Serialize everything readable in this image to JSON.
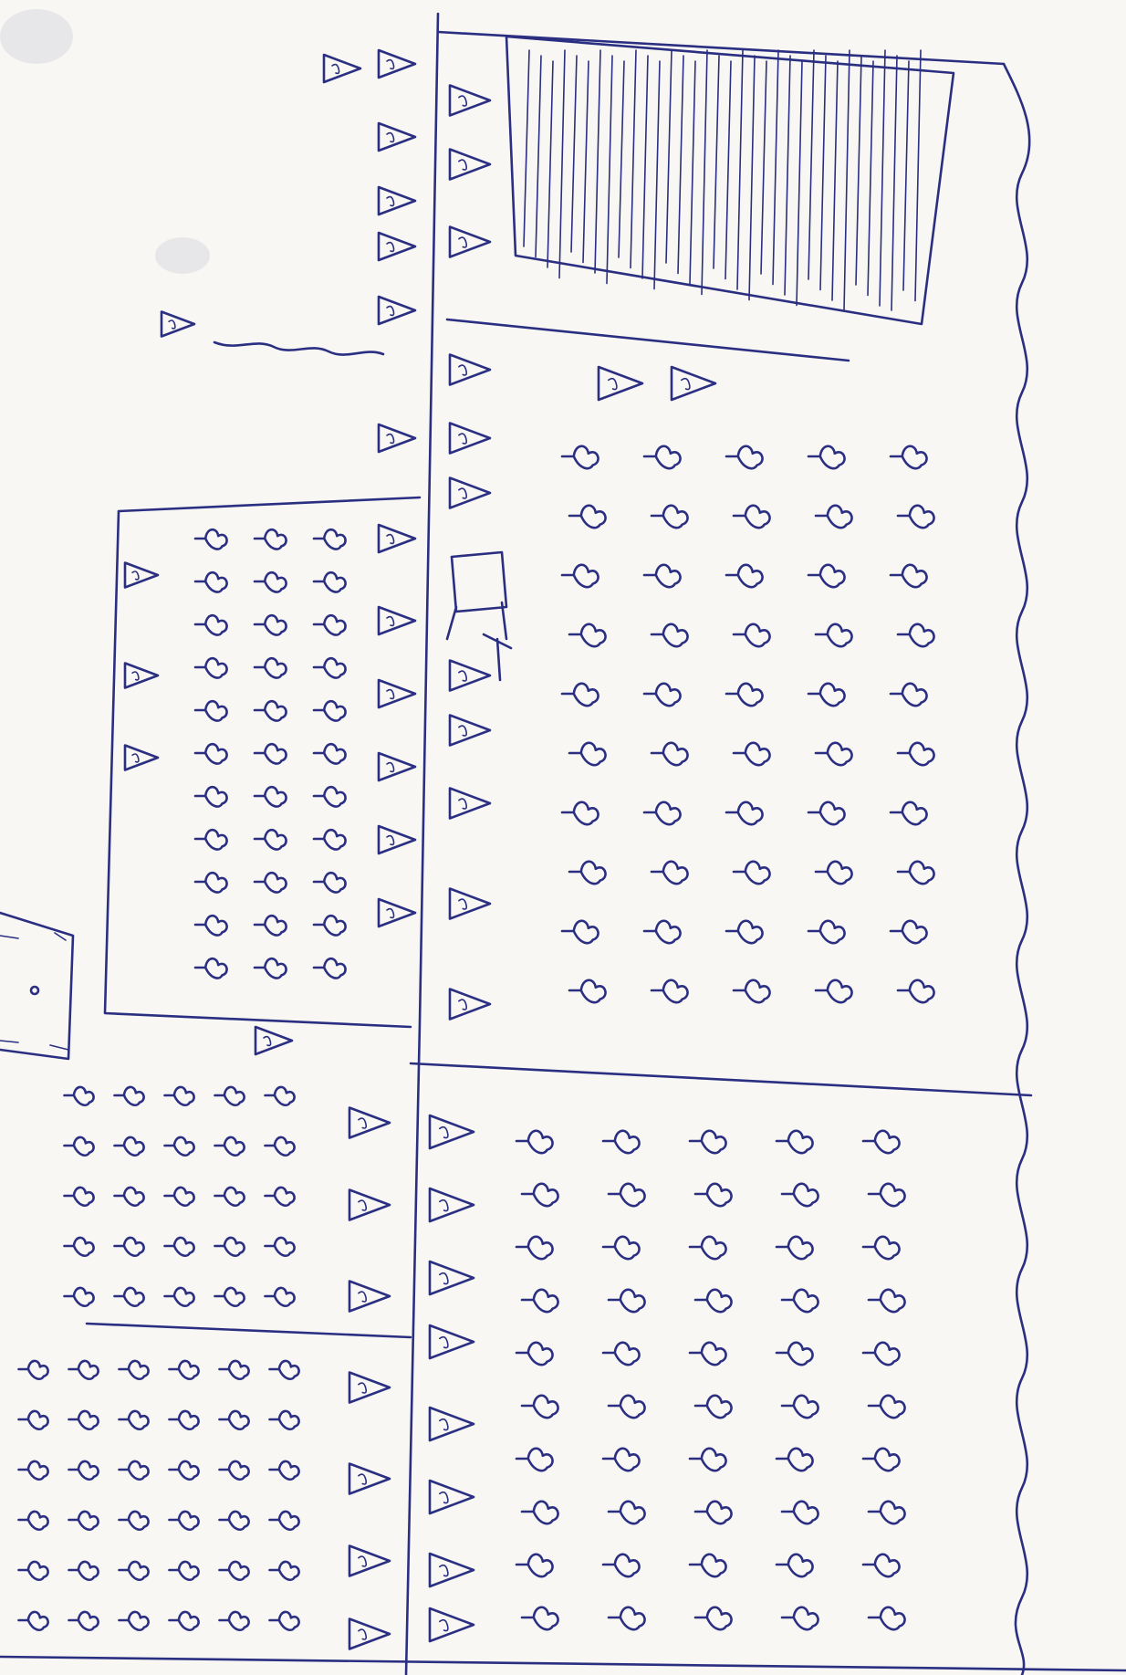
{
  "sketch": {
    "ink_color": "#2b2f82",
    "paper_color": "#f8f7f3",
    "description_kind": "hand-drawn plan",
    "symbols": [
      "tree-symbol",
      "plant-symbol",
      "pond-hatching",
      "rectangle-block"
    ]
  }
}
